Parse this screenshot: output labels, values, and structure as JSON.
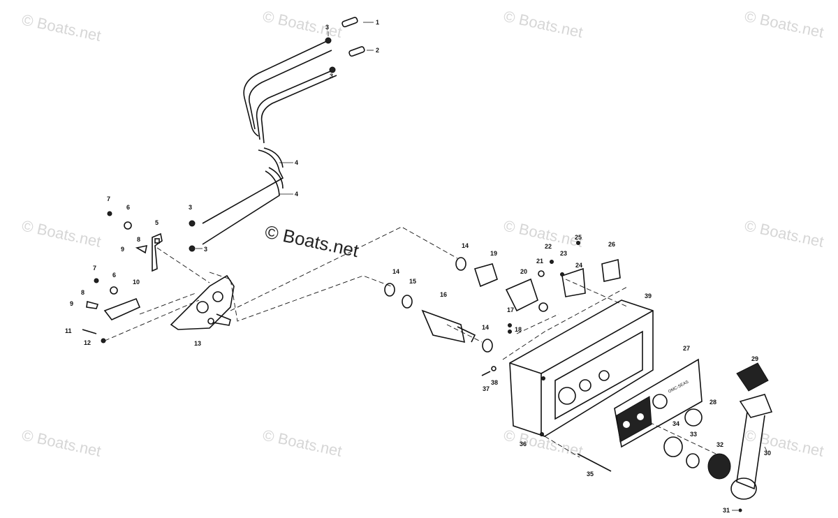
{
  "watermark": "© Boats.net",
  "center_watermark": "© Boats.net",
  "plate_text": "OMC-SEAS",
  "callouts": [
    "1",
    "2",
    "3",
    "3",
    "3",
    "3",
    "4",
    "4",
    "5",
    "6",
    "6",
    "7",
    "7",
    "8",
    "8",
    "9",
    "9",
    "10",
    "11",
    "12",
    "13",
    "14",
    "14",
    "14",
    "15",
    "16",
    "17",
    "18",
    "19",
    "20",
    "21",
    "22",
    "23",
    "24",
    "25",
    "26",
    "27",
    "28",
    "29",
    "30",
    "31",
    "32",
    "33",
    "34",
    "35",
    "36",
    "37",
    "38",
    "39"
  ]
}
